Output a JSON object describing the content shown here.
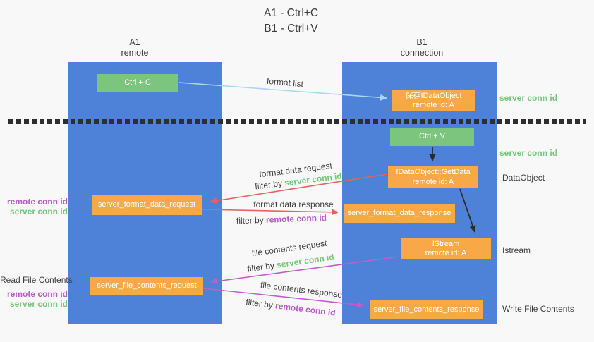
{
  "title": {
    "line1": "A1 - Ctrl+C",
    "line2": "B1 - Ctrl+V"
  },
  "columns": {
    "left": {
      "id": "A1",
      "subtitle": "remote"
    },
    "right": {
      "id": "B1",
      "subtitle": "connection"
    }
  },
  "boxes": {
    "ctrl_c": {
      "label": "Ctrl + C"
    },
    "ctrl_v": {
      "label": "Ctrl + V"
    },
    "save_dataobject": {
      "line1": "保存IDataObject",
      "line2": "remote id: A"
    },
    "getdata": {
      "line1": "IDataObject::GetData",
      "line2": "remote id: A"
    },
    "istream": {
      "line1": "IStream",
      "line2": "remote id: A"
    },
    "format_request": {
      "label": "server_format_data_request"
    },
    "format_response": {
      "label": "server_format_data_response"
    },
    "file_request": {
      "label": "server_file_contents_request"
    },
    "file_response": {
      "label": "server_file_contents_response"
    }
  },
  "flows": {
    "format_list": {
      "label": "format list"
    },
    "format_request": {
      "label": "format data request",
      "filter_prefix": "filter by",
      "filter_key": "server conn id"
    },
    "format_response": {
      "label": "format data response",
      "filter_prefix": "filter by",
      "filter_key": "remote conn id"
    },
    "file_request": {
      "label": "file contents request",
      "filter_prefix": "filter by",
      "filter_key": "server conn id"
    },
    "file_response": {
      "label": "file contents response",
      "filter_prefix": "filter by",
      "filter_key": "remote conn id"
    }
  },
  "annotations": {
    "left_format": {
      "remote": "remote conn id",
      "server": "server conn id"
    },
    "left_file": {
      "title": "Read File Contents",
      "remote": "remote conn id",
      "server": "server conn id"
    },
    "right": {
      "server_top": "server conn id",
      "server_mid": "server conn id",
      "dataobject": "DataObject",
      "istream": "Istream",
      "write_file": "Write File Contents"
    }
  },
  "colors": {
    "column_blue": "#4d82d8",
    "box_orange": "#f9a847",
    "box_green": "#7cc57f",
    "arrow_red": "#e5625d",
    "arrow_purple": "#bf5fcb",
    "arrow_lightblue": "#aad6f1",
    "arrow_black": "#2b2b2b",
    "label_green": "#74c678",
    "label_purple": "#b55bc5",
    "background": "#f8f8f8"
  }
}
